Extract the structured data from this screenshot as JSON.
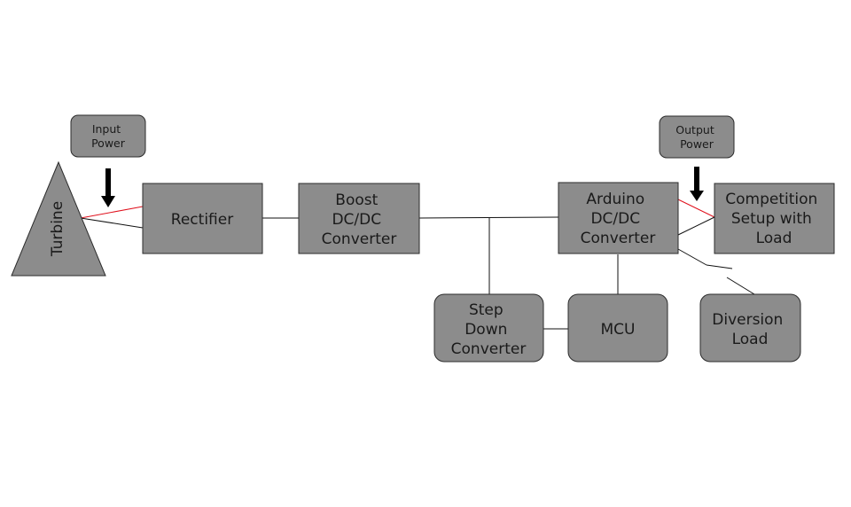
{
  "colors": {
    "block_fill": "#8c8c8c",
    "block_border": "#2b2b2b",
    "wire": "#111111",
    "power_wire": "#e0101c",
    "arrow": "#000000",
    "background": "#ffffff"
  },
  "turbine": {
    "label": "Turbine"
  },
  "callouts": {
    "input_power": [
      "Input",
      "Power"
    ],
    "output_power": [
      "Output",
      "Power"
    ]
  },
  "blocks": {
    "rectifier": [
      "Rectifier"
    ],
    "boost_converter": [
      "Boost",
      "DC/DC",
      "Converter"
    ],
    "arduino_converter": [
      "Arduino",
      "DC/DC",
      "Converter"
    ],
    "competition_setup": [
      "Competition",
      "Setup with",
      "Load"
    ],
    "step_down_converter": [
      "Step",
      "Down",
      "Converter"
    ],
    "mcu": [
      "MCU"
    ],
    "diversion_load": [
      "Diversion",
      "Load"
    ]
  }
}
